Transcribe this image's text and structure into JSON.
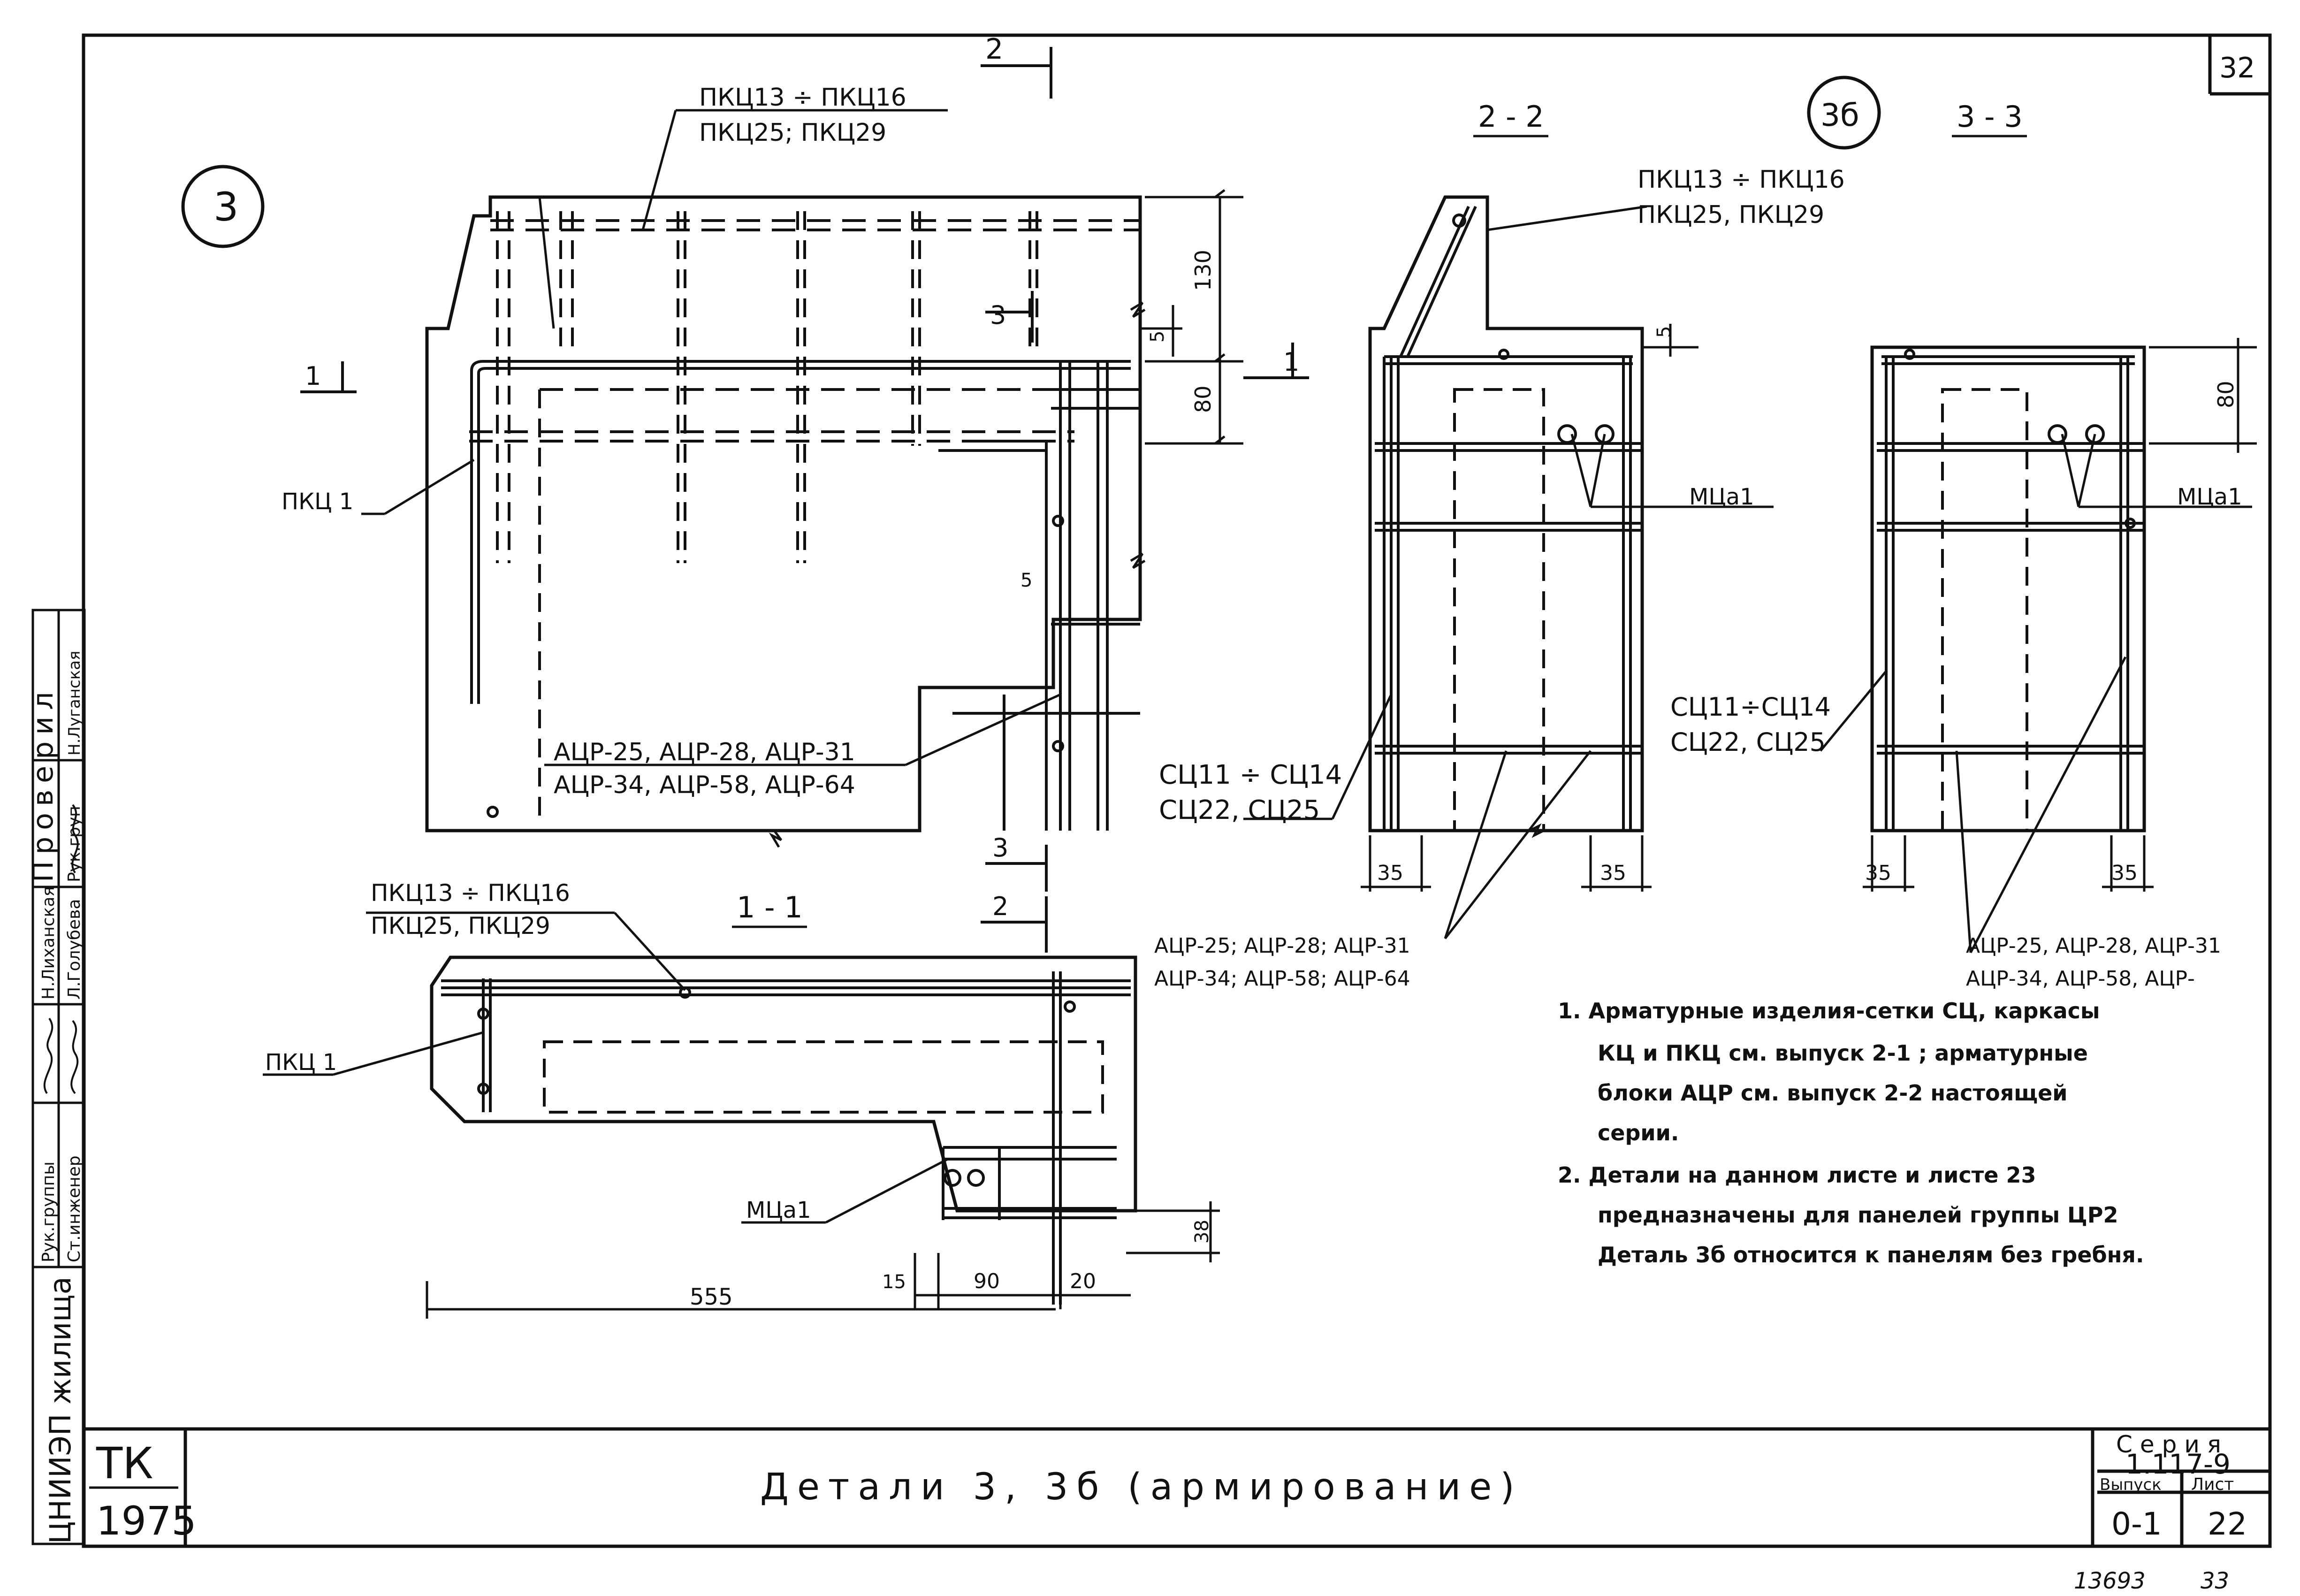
{
  "sheet": {
    "sheet_number_corner": "32",
    "bottom_numbers": {
      "left": "13693",
      "right": "33"
    }
  },
  "details": {
    "detail_3_marker": "3",
    "detail_3b_marker": "3б",
    "section_2_2": "2 - 2",
    "section_3_3": "3 - 3",
    "section_1_1": "1 - 1",
    "cut_2": "2",
    "cut_3": "3",
    "cut_1": "1"
  },
  "labels": {
    "pkc_top_a": "ПКЦ13 ÷ ПКЦ16",
    "pkc_top_b": "ПКЦ25; ПКЦ29",
    "pkc_22_a": "ПКЦ13 ÷ ПКЦ16",
    "pkc_22_b": "ПКЦ25, ПКЦ29",
    "pkc1_a": "ПКЦ 1",
    "pkc1_b": "ПКЦ 1",
    "acr_main_a": "АЦР-25, АЦР-28, АЦР-31",
    "acr_main_b": "АЦР-34, АЦР-58, АЦР-64",
    "sc_22_a": "СЦ11 ÷ СЦ14",
    "sc_22_b": "СЦ22, СЦ25",
    "sc_33_a": "СЦ11÷СЦ14",
    "sc_33_b": "СЦ22, СЦ25",
    "acr_22_a": "АЦР-25; АЦР-28; АЦР-31",
    "acr_22_b": "АЦР-34; АЦР-58; АЦР-64",
    "acr_33_a": "АЦР-25, АЦР-28, АЦР-31",
    "acr_33_b": "АЦР-34, АЦР-58, АЦР-",
    "pkc_11_a": "ПКЦ13 ÷ ПКЦ16",
    "pkc_11_b": "ПКЦ25, ПКЦ29",
    "mca_22": "МЦа1",
    "mca_33": "МЦа1",
    "mca_11": "МЦа1"
  },
  "dimensions": {
    "d130": "130",
    "d80": "80",
    "d5a": "5",
    "d5b": "5",
    "d5c": "5",
    "d80b": "80",
    "d35a": "35",
    "d35b": "35",
    "d35c": "35",
    "d35d": "35",
    "d555": "555",
    "d15": "15",
    "d90": "90",
    "d20": "20",
    "d38": "38"
  },
  "notes": [
    "1. Арматурные изделия-сетки СЦ, каркасы",
    "КЦ и ПКЦ см. выпуск 2-1 ; арматурные",
    "блоки АЦР см. выпуск 2-2 настоящей",
    "серии.",
    "2. Детали на данном листе и листе 23",
    "предназначены для панелей группы ЦР2",
    "Деталь 3б относится к панелям без гребня."
  ],
  "title_block": {
    "org": "ЦНИИЭП жилища",
    "roles": [
      "Рук.группы",
      "Ст.инженер"
    ],
    "names": [
      "Н.Лиханская",
      "Л.Голубева"
    ],
    "check_header": "Проверил",
    "check_role": "Рук.груп",
    "check_name": "Н.Луганская",
    "tk": "ТК",
    "year": "1975",
    "title": "Детали 3, 3б (армирование)",
    "series_label": "Серия",
    "series_value": "1.117-9",
    "issue_label": "Выпуск",
    "issue_value": "0-1",
    "sheet_label": "Лист",
    "sheet_value": "22"
  }
}
